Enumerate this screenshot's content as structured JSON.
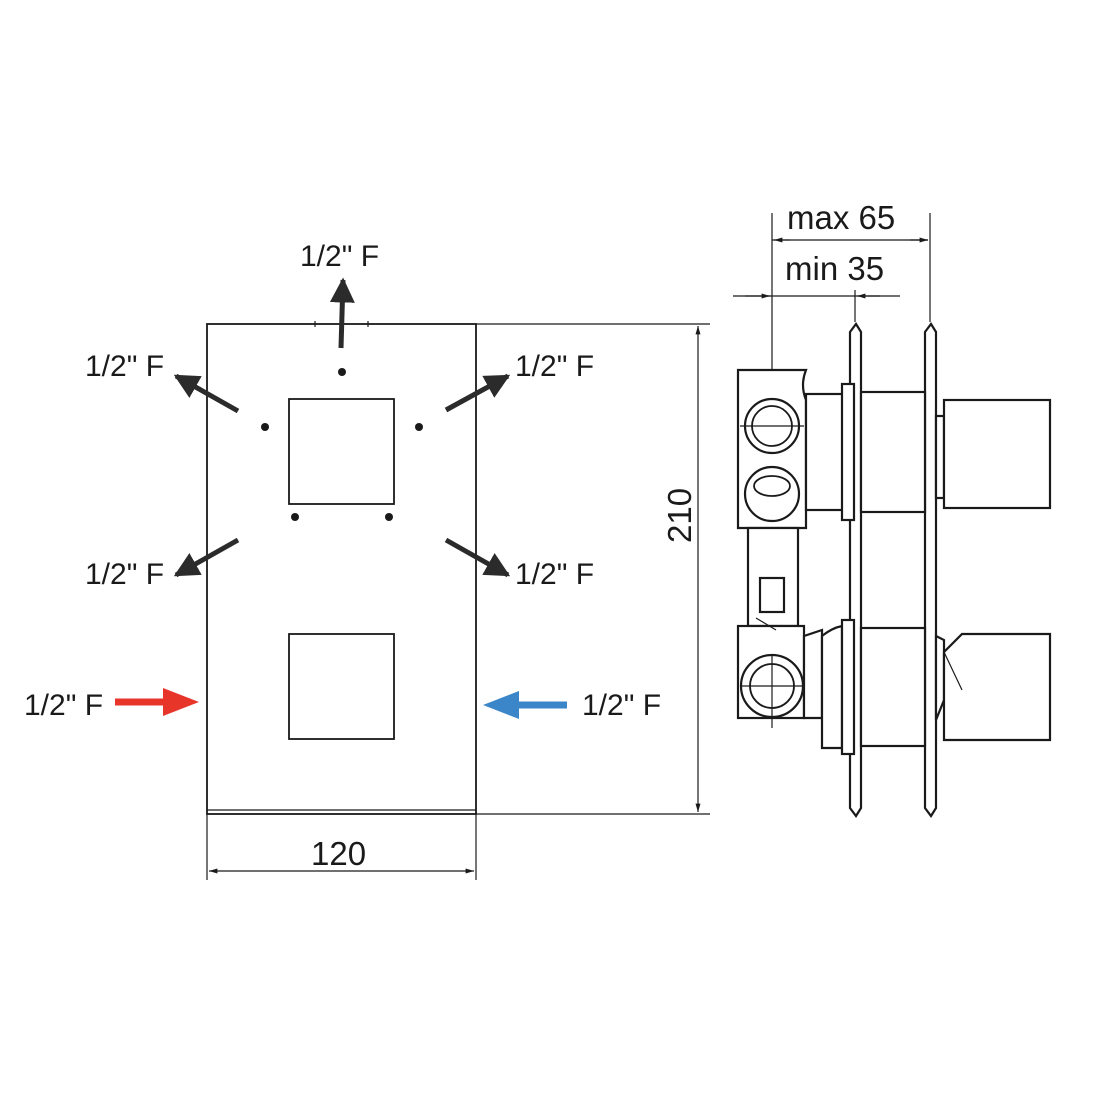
{
  "front_view": {
    "outlets": {
      "top": "1/2\" F",
      "upper_left": "1/2\" F",
      "upper_right": "1/2\" F",
      "lower_left": "1/2\" F",
      "lower_right": "1/2\" F"
    },
    "inlets": {
      "hot_left": "1/2\" F",
      "cold_right": "1/2\" F"
    },
    "dimensions": {
      "width": "120",
      "height": "210"
    }
  },
  "side_view": {
    "dimensions": {
      "max_depth": "max 65",
      "min_depth": "min 35"
    }
  },
  "colors": {
    "hot_arrow": "#e8352a",
    "cold_arrow": "#3b86c8",
    "outlet_arrow": "#2b2b2b"
  }
}
